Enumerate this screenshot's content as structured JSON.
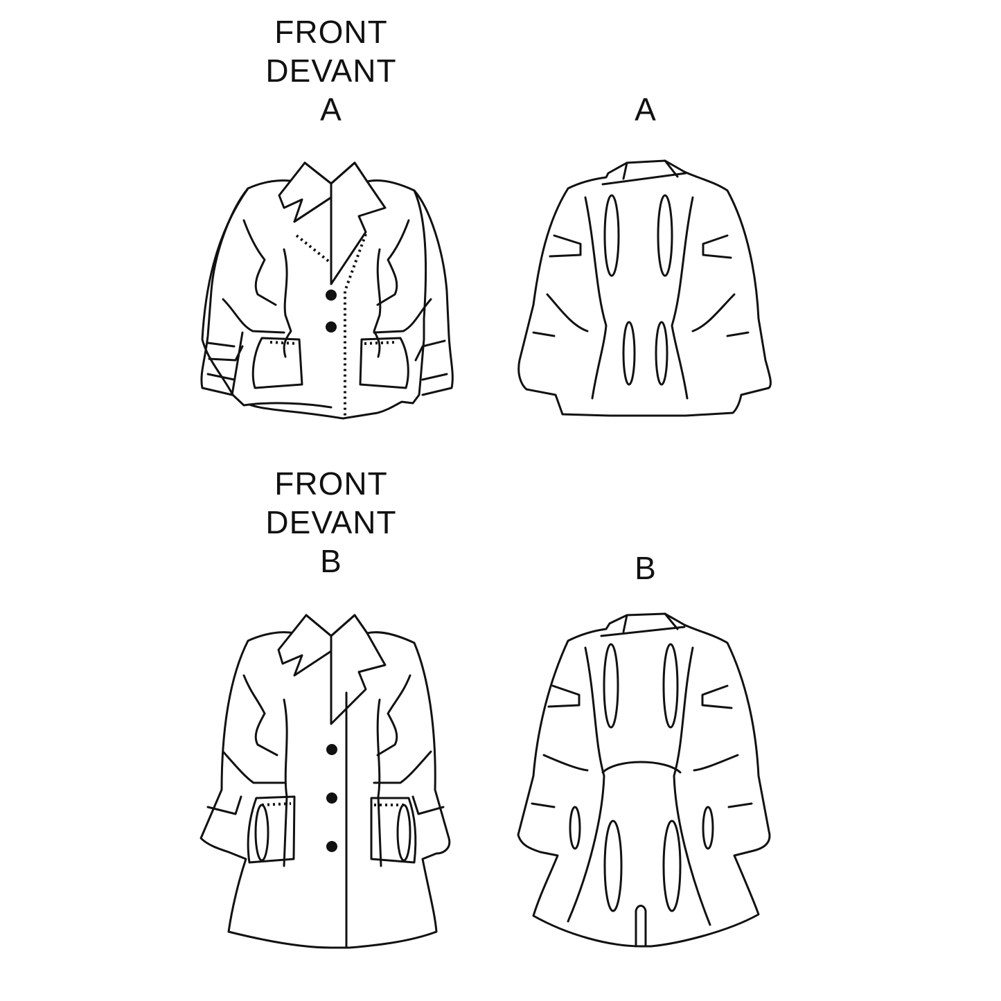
{
  "views": {
    "a_front": {
      "line1": "FRONT",
      "line2": "DEVANT",
      "letter": "A"
    },
    "a_back": {
      "letter": "A"
    },
    "b_front": {
      "line1": "FRONT",
      "line2": "DEVANT",
      "letter": "B"
    },
    "b_back": {
      "letter": "B"
    }
  },
  "colors": {
    "line": "#111111",
    "background": "#ffffff"
  }
}
